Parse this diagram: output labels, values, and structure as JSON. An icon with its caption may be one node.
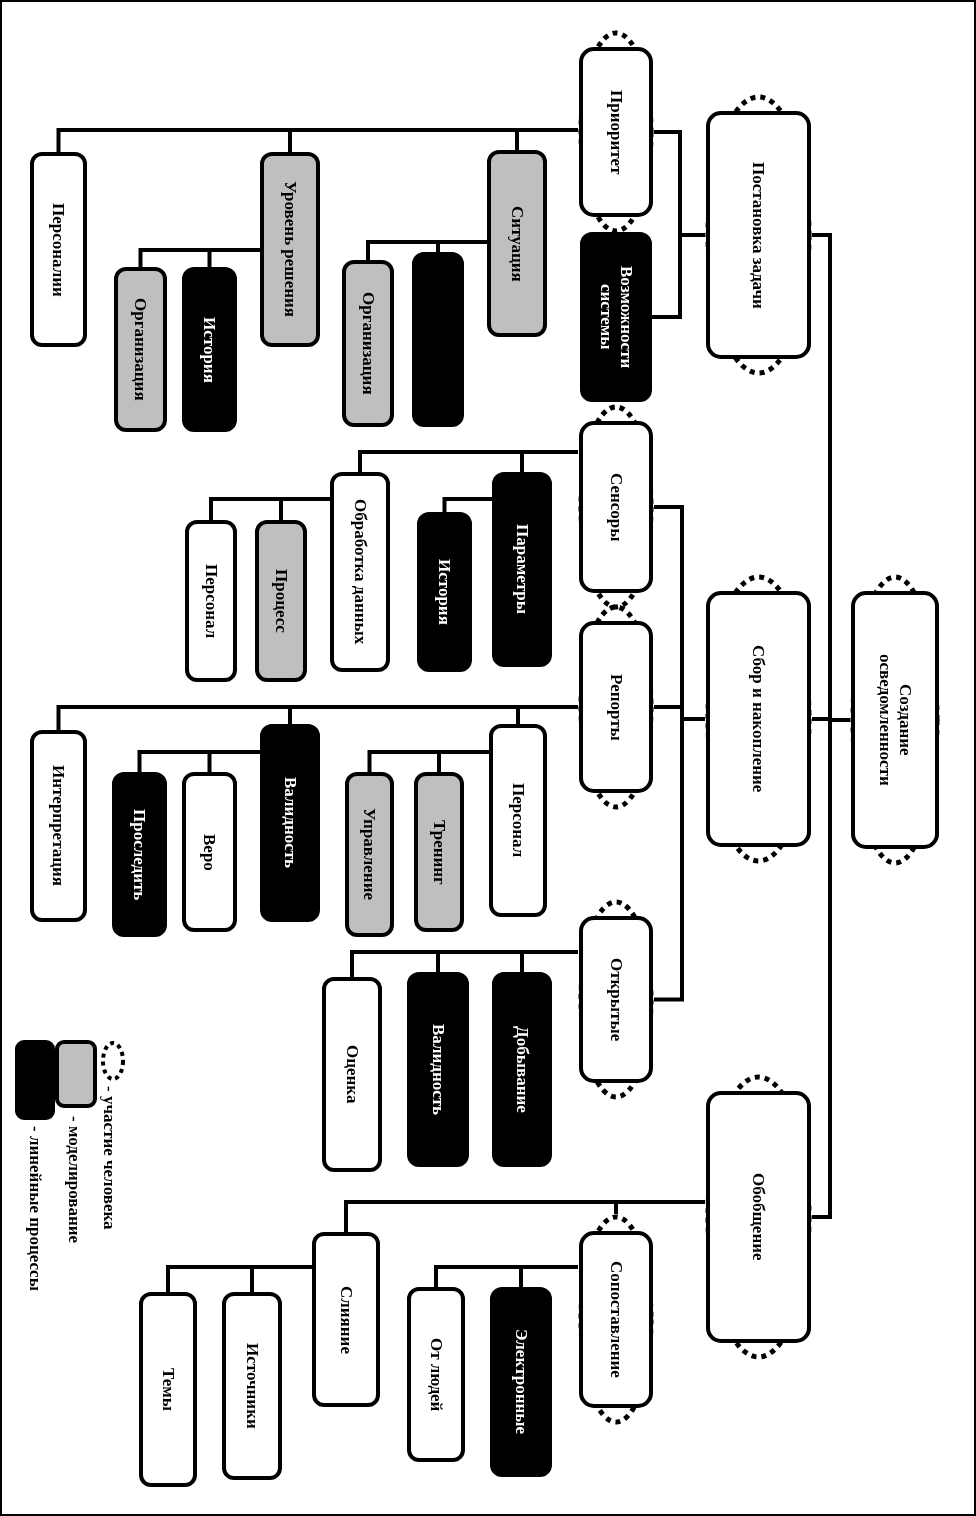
{
  "diagram": {
    "nodes": [
      {
        "text": [
          "Создание осведомленности"
        ]
      },
      {
        "text": [
          "Постановка задачи"
        ]
      },
      {
        "text": [
          "Приоритет"
        ]
      },
      {
        "text": [
          "Персоналии"
        ]
      },
      {
        "text": [
          "Уровень решения"
        ]
      },
      {
        "text": [
          "Организация"
        ]
      },
      {
        "text": [
          "История"
        ]
      },
      {
        "text": [
          "Ситуация"
        ]
      },
      {
        "text": [
          "Организация"
        ]
      },
      {
        "text": [],
        "shape": "box"
      },
      {
        "text": [
          "Возможности системы"
        ]
      },
      {
        "text": [
          "Сбор и накопление"
        ]
      },
      {
        "text": [
          "Сенсоры"
        ]
      },
      {
        "text": [
          "Обработка данных"
        ]
      },
      {
        "text": [
          "Персонал"
        ]
      },
      {
        "text": [
          "Процесс"
        ]
      },
      {
        "text": [
          "Параметры"
        ]
      },
      {
        "text": [
          "История"
        ]
      },
      {
        "text": [
          "Репорты"
        ]
      },
      {
        "text": [
          "Интерпретация"
        ]
      },
      {
        "text": [
          "Валидность"
        ]
      },
      {
        "text": [
          "Проследить"
        ]
      },
      {
        "text": [
          "Веро"
        ]
      },
      {
        "text": [
          "Персонал"
        ]
      },
      {
        "text": [
          "Управление"
        ]
      },
      {
        "text": [
          "Тренинг"
        ]
      },
      {
        "text": [
          "Открытые"
        ]
      },
      {
        "text": [
          "Оценка"
        ]
      },
      {
        "text": [
          "Валидность"
        ]
      },
      {
        "text": [
          "Добывание"
        ]
      },
      {
        "text": [
          "Обобщение"
        ]
      },
      {
        "text": [
          "Сопоставление"
        ]
      },
      {
        "text": [
          "Электронные"
        ]
      },
      {
        "text": [
          "От людей"
        ]
      },
      {
        "text": [
          "Слияние"
        ]
      },
      {
        "text": [
          "Источники"
        ]
      },
      {
        "text": [
          "Темы"
        ]
      }
    ],
    "edges": [
      {
        "from": 0,
        "to": 1,
        "arrow": "none"
      },
      {
        "from": 0,
        "to": 11,
        "arrow": "none"
      },
      {
        "from": 0,
        "to": 30,
        "arrow": "none"
      },
      {
        "from": 1,
        "to": 2,
        "arrow": "none"
      },
      {
        "from": 1,
        "to": 10,
        "arrow": "none"
      },
      {
        "from": 2,
        "to": 3,
        "arrow": "none"
      },
      {
        "from": 2,
        "to": 4,
        "arrow": "none"
      },
      {
        "from": 2,
        "to": 7,
        "arrow": "none"
      },
      {
        "from": 4,
        "to": 5,
        "arrow": "none"
      },
      {
        "from": 4,
        "to": 6,
        "arrow": "none"
      },
      {
        "from": 7,
        "to": 8,
        "arrow": "none"
      },
      {
        "from": 7,
        "to": 9,
        "arrow": "none"
      },
      {
        "from": 11,
        "to": 12,
        "arrow": "none"
      },
      {
        "from": 11,
        "to": 18,
        "arrow": "none"
      },
      {
        "from": 11,
        "to": 26,
        "arrow": "none"
      },
      {
        "from": 12,
        "to": 13,
        "arrow": "none"
      },
      {
        "from": 12,
        "to": 16,
        "arrow": "none"
      },
      {
        "from": 13,
        "to": 14,
        "arrow": "none"
      },
      {
        "from": 13,
        "to": 15,
        "arrow": "none"
      },
      {
        "from": 16,
        "to": 17,
        "arrow": "none"
      },
      {
        "from": 18,
        "to": 19,
        "arrow": "none"
      },
      {
        "from": 18,
        "to": 20,
        "arrow": "none"
      },
      {
        "from": 18,
        "to": 23,
        "arrow": "none"
      },
      {
        "from": 20,
        "to": 21,
        "arrow": "none"
      },
      {
        "from": 20,
        "to": 22,
        "arrow": "none"
      },
      {
        "from": 23,
        "to": 24,
        "arrow": "none"
      },
      {
        "from": 23,
        "to": 25,
        "arrow": "none"
      },
      {
        "from": 26,
        "to": 27,
        "arrow": "none"
      },
      {
        "from": 26,
        "to": 28,
        "arrow": "none"
      },
      {
        "from": 26,
        "to": 29,
        "arrow": "none"
      },
      {
        "from": 30,
        "to": 31,
        "arrow": "none"
      },
      {
        "from": 30,
        "to": 34,
        "arrow": "none"
      },
      {
        "from": 31,
        "to": 32,
        "arrow": "none"
      },
      {
        "from": 31,
        "to": 33,
        "arrow": "none"
      },
      {
        "from": 34,
        "to": 35,
        "arrow": "none"
      },
      {
        "from": 34,
        "to": 36,
        "arrow": "none"
      }
    ],
    "legend": [
      {
        "text": "- участие человека"
      },
      {
        "text": "- моделирование",
        "color": "#bfbfbf"
      },
      {
        "text": "- линейные процессы",
        "color": "#000000"
      }
    ]
  }
}
